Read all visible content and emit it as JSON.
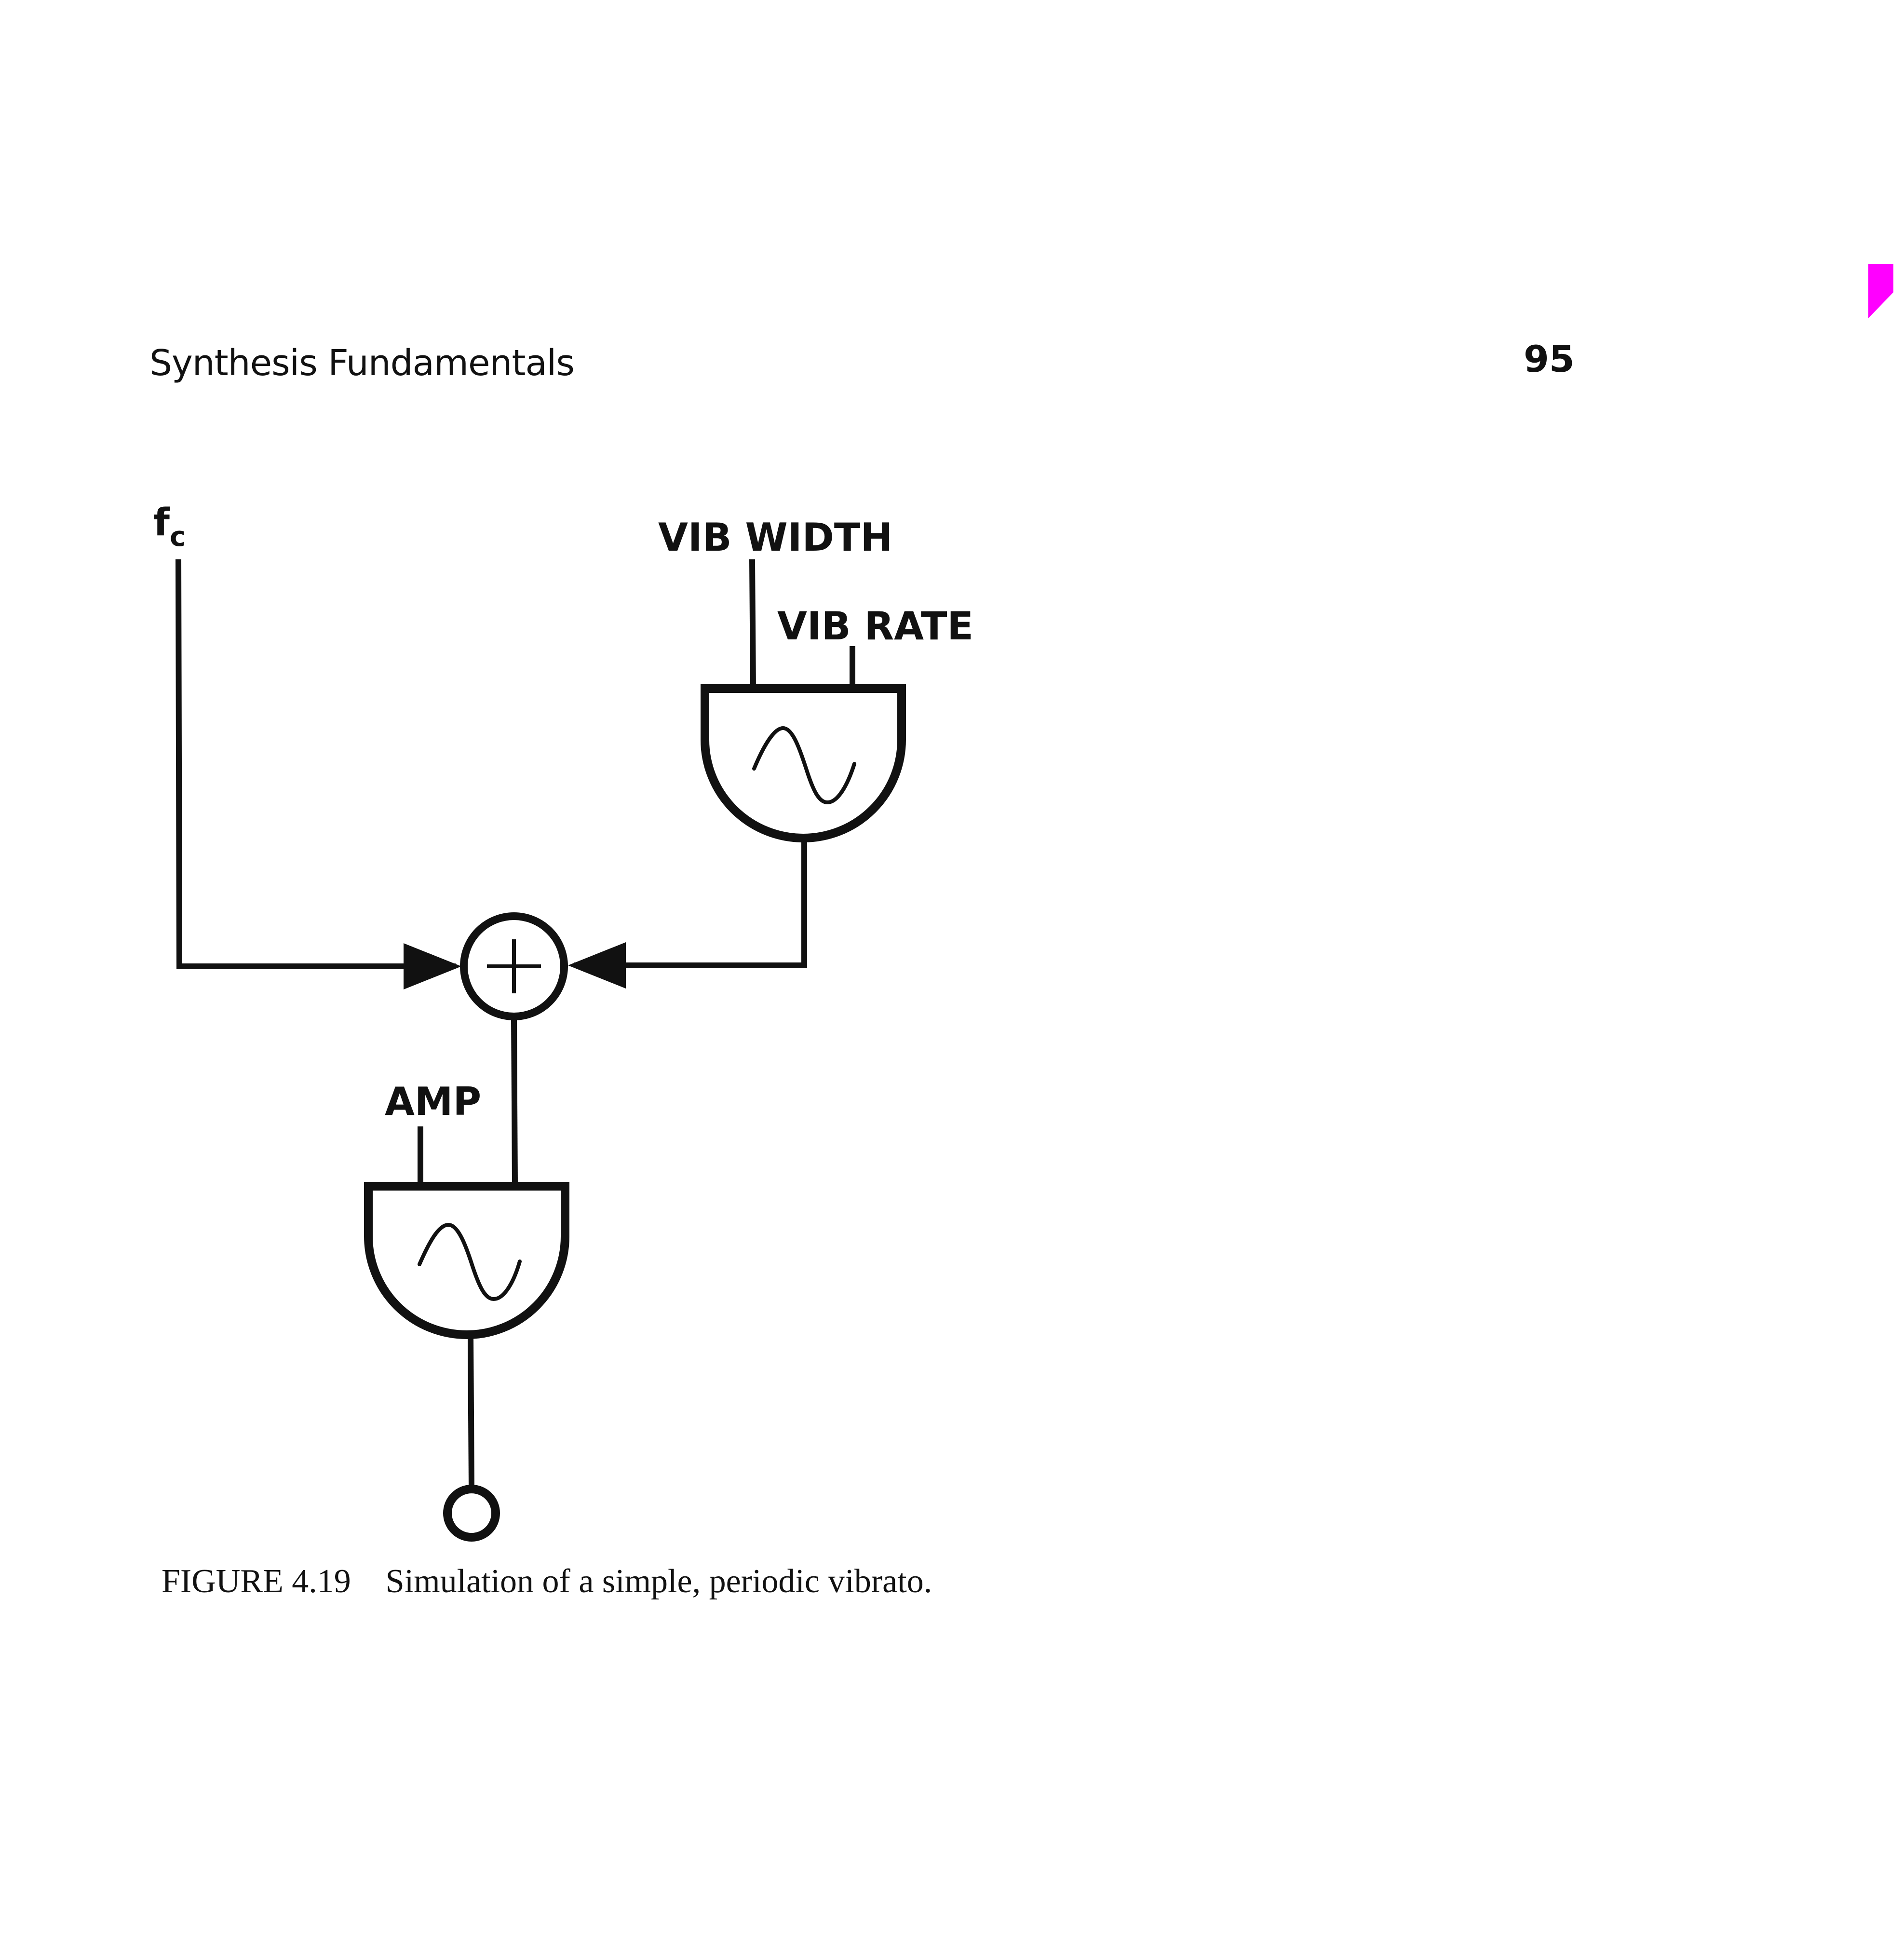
{
  "header": {
    "running_title": "Synthesis Fundamentals",
    "page_number": "95"
  },
  "diagram": {
    "inputs": {
      "carrier_frequency": {
        "base": "f",
        "subscript": "c"
      },
      "vibrato_width": "VIB WIDTH",
      "vibrato_rate": "VIB RATE",
      "amplitude": "AMP"
    },
    "adder_symbol": "+",
    "oscillators": [
      {
        "id": "vibrato-oscillator",
        "waveform": "sine"
      },
      {
        "id": "audio-oscillator",
        "waveform": "sine"
      }
    ]
  },
  "caption": {
    "figure_number": "FIGURE 4.19",
    "text": "Simulation of a simple, periodic vibrato."
  },
  "colors": {
    "ink": "#111111",
    "paper": "#ffffff",
    "tab": "#ff00ff"
  }
}
